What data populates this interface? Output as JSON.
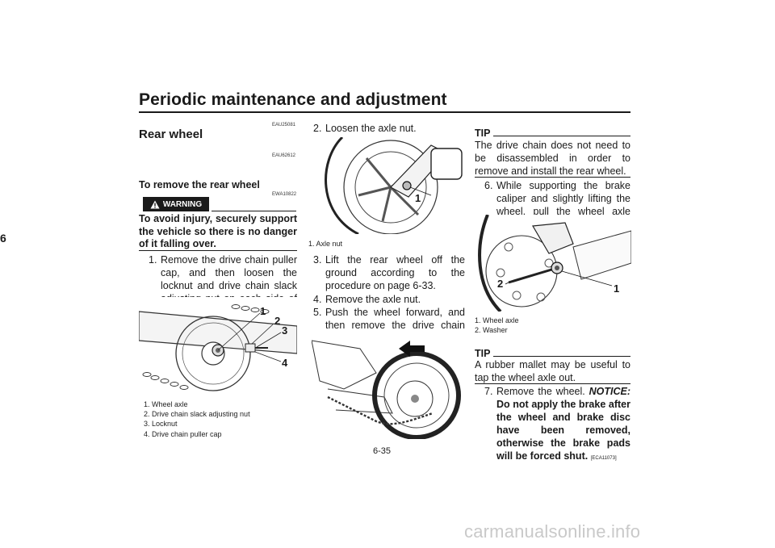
{
  "header": {
    "title": "Periodic maintenance and adjustment"
  },
  "side_tab": "6",
  "section": {
    "code": "EAU25081",
    "title": "Rear wheel"
  },
  "subsection": {
    "code": "EAU62612",
    "title": "To remove the rear wheel"
  },
  "warning": {
    "code": "EWA10822",
    "label": "WARNING",
    "text": "To avoid injury, securely support the vehicle so there is no danger of it falling over."
  },
  "steps": {
    "s1": {
      "num": "1.",
      "text": "Remove the drive chain puller cap, and then loosen the locknut and drive chain slack adjusting nut on each side of the swingarm."
    },
    "s2": {
      "num": "2.",
      "text": "Loosen the axle nut."
    },
    "s3": {
      "num": "3.",
      "text": "Lift the rear wheel off the ground according to the procedure on page 6-33."
    },
    "s4": {
      "num": "4.",
      "text": "Remove the axle nut."
    },
    "s5": {
      "num": "5.",
      "text": "Push the wheel forward, and then remove the drive chain from the rear sprocket."
    },
    "s6": {
      "num": "6.",
      "text": "While supporting the brake caliper and slightly lifting the wheel, pull the wheel axle out."
    },
    "s7": {
      "num": "7.",
      "text": "Remove the wheel.",
      "notice_label": "NOTICE:",
      "notice_text": "Do not apply the brake after the wheel and brake disc have been removed, otherwise the brake pads will be forced shut.",
      "code": "[ECA11073]"
    }
  },
  "figure1": {
    "callouts": [
      "1",
      "2",
      "3",
      "4"
    ],
    "captions": [
      "1. Wheel axle",
      "2. Drive chain slack adjusting nut",
      "3. Locknut",
      "4. Drive chain puller cap"
    ]
  },
  "figure2": {
    "callouts": [
      "1"
    ],
    "captions": [
      "1. Axle nut"
    ]
  },
  "figure4": {
    "callouts": [
      "2",
      "1"
    ],
    "captions": [
      "1. Wheel axle",
      "2. Washer"
    ]
  },
  "tip1": {
    "label": "TIP",
    "text": "The drive chain does not need to be disassembled in order to remove and install the rear wheel."
  },
  "tip2": {
    "label": "TIP",
    "text": "A rubber mallet may be useful to tap the wheel axle out."
  },
  "page_number": "6-35",
  "watermark": "carmanualsonline.info"
}
